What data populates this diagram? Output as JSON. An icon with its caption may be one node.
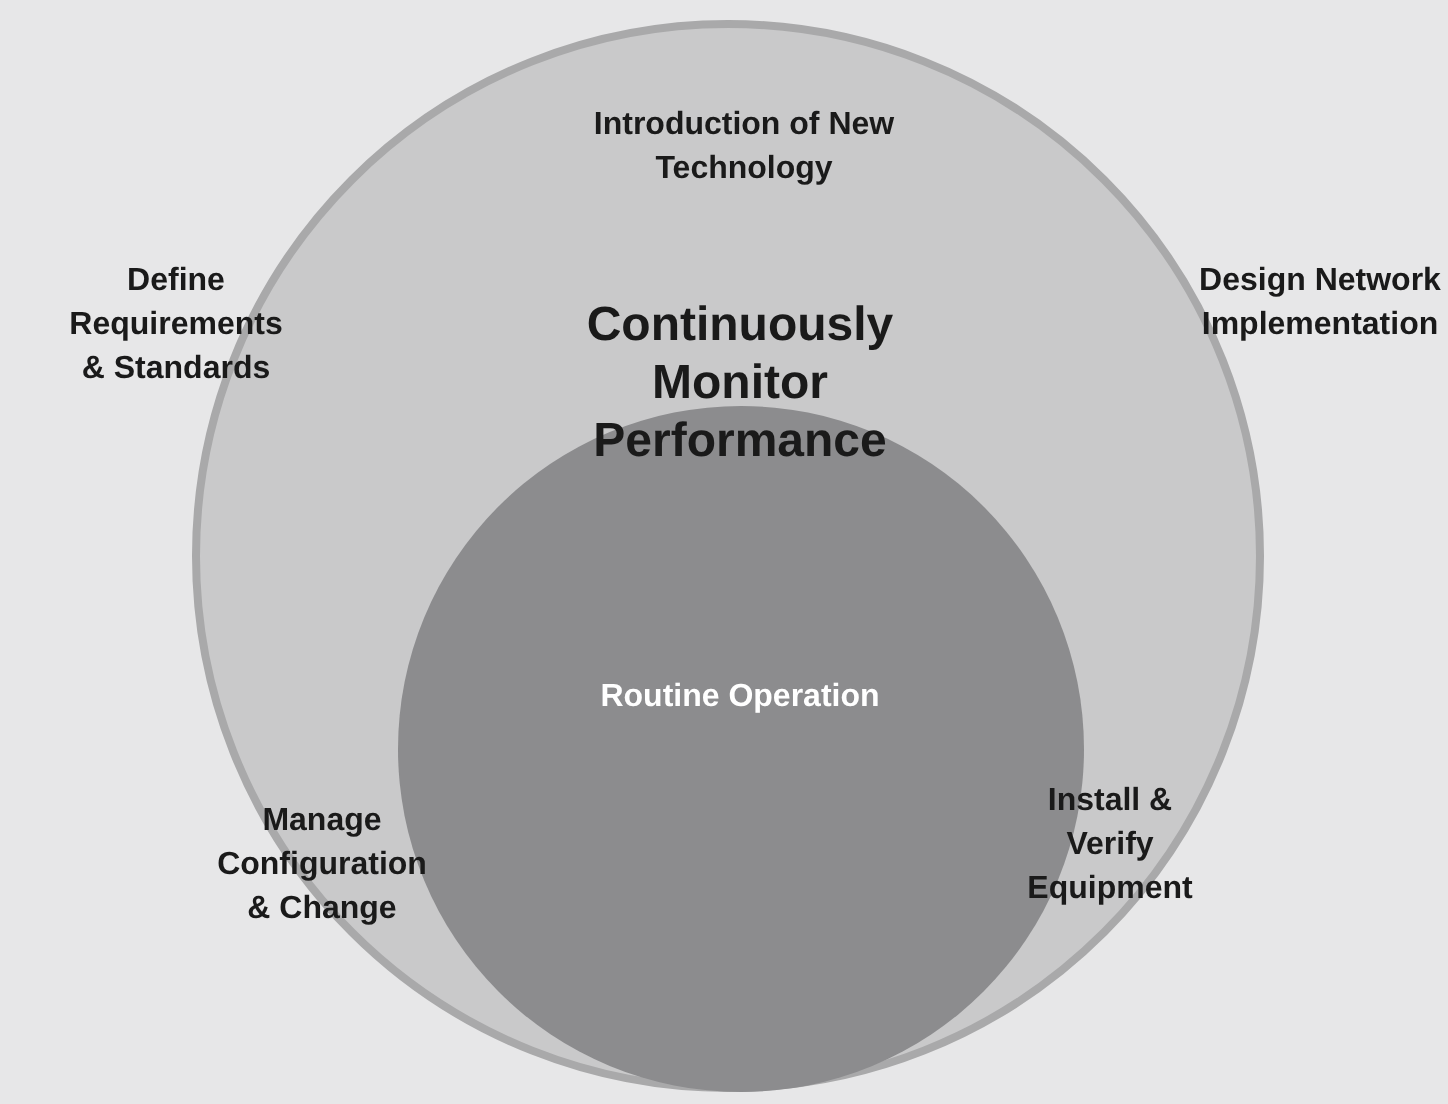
{
  "diagram": {
    "nodes": [
      {
        "text": [
          "Continuously Monitor Performance"
        ]
      },
      {
        "text": [
          "Routine Operation"
        ],
        "in": 0
      }
    ],
    "labels": [
      "Introduction of New Technology",
      "Define Requirements & Standards",
      "Design Network Implementation",
      "Manage Configuration & Change",
      "Install & Verify Equipment"
    ]
  }
}
